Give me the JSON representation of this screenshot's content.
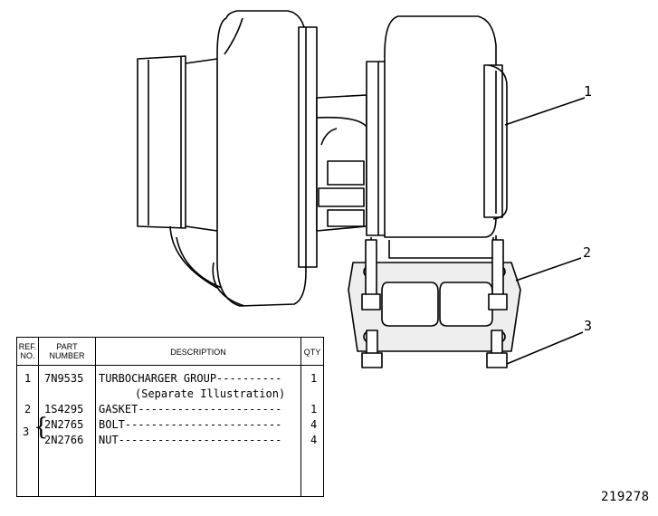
{
  "callouts": [
    "1",
    "2",
    "3"
  ],
  "figure_number": "219278",
  "parts_table": {
    "headers": {
      "ref": [
        "REF.",
        "NO."
      ],
      "part": [
        "PART",
        "NUMBER"
      ],
      "description": "DESCRIPTION",
      "qty": "QTY"
    },
    "rows": [
      {
        "ref": "1",
        "part": "7N9535",
        "description": "TURBOCHARGER GROUP----------",
        "qty": "1"
      },
      {
        "ref": "",
        "part": "",
        "description": "(Separate Illustration)",
        "qty": ""
      },
      {
        "ref": "2",
        "part": "1S4295",
        "description": "GASKET----------------------",
        "qty": "1"
      },
      {
        "ref": "3",
        "part": "2N2765",
        "description": "BOLT------------------------",
        "qty": "4"
      },
      {
        "ref": "",
        "part": "2N2766",
        "description": "NUT-------------------------",
        "qty": "4"
      }
    ]
  }
}
